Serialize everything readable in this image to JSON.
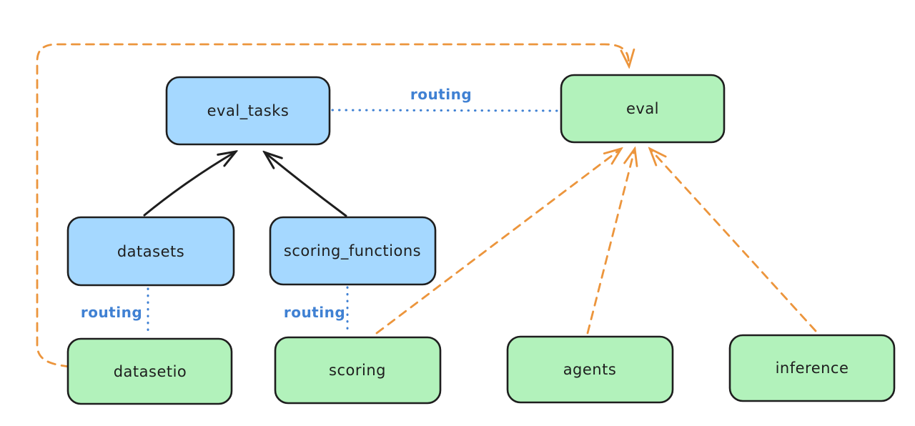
{
  "diagram": {
    "description": "routing diagram connecting API boxes to provider boxes",
    "colors": {
      "ink": "#1e1e1e",
      "blue_fill": "#a5d8ff",
      "green_fill": "#b2f2bb",
      "routing_blue": "#4081d3",
      "orange": "#ec953c",
      "background": "#ffffff"
    },
    "nodes": {
      "eval_tasks": {
        "label": "eval_tasks"
      },
      "eval": {
        "label": "eval"
      },
      "datasets": {
        "label": "datasets"
      },
      "scoring_functions": {
        "label": "scoring_functions"
      },
      "datasetio": {
        "label": "datasetio"
      },
      "scoring": {
        "label": "scoring"
      },
      "agents": {
        "label": "agents"
      },
      "inference": {
        "label": "inference"
      }
    },
    "edge_labels": {
      "eval_tasks_to_eval": "routing",
      "datasets_to_datasetio": "routing",
      "scoring_functions_to_scoring": "routing"
    }
  }
}
